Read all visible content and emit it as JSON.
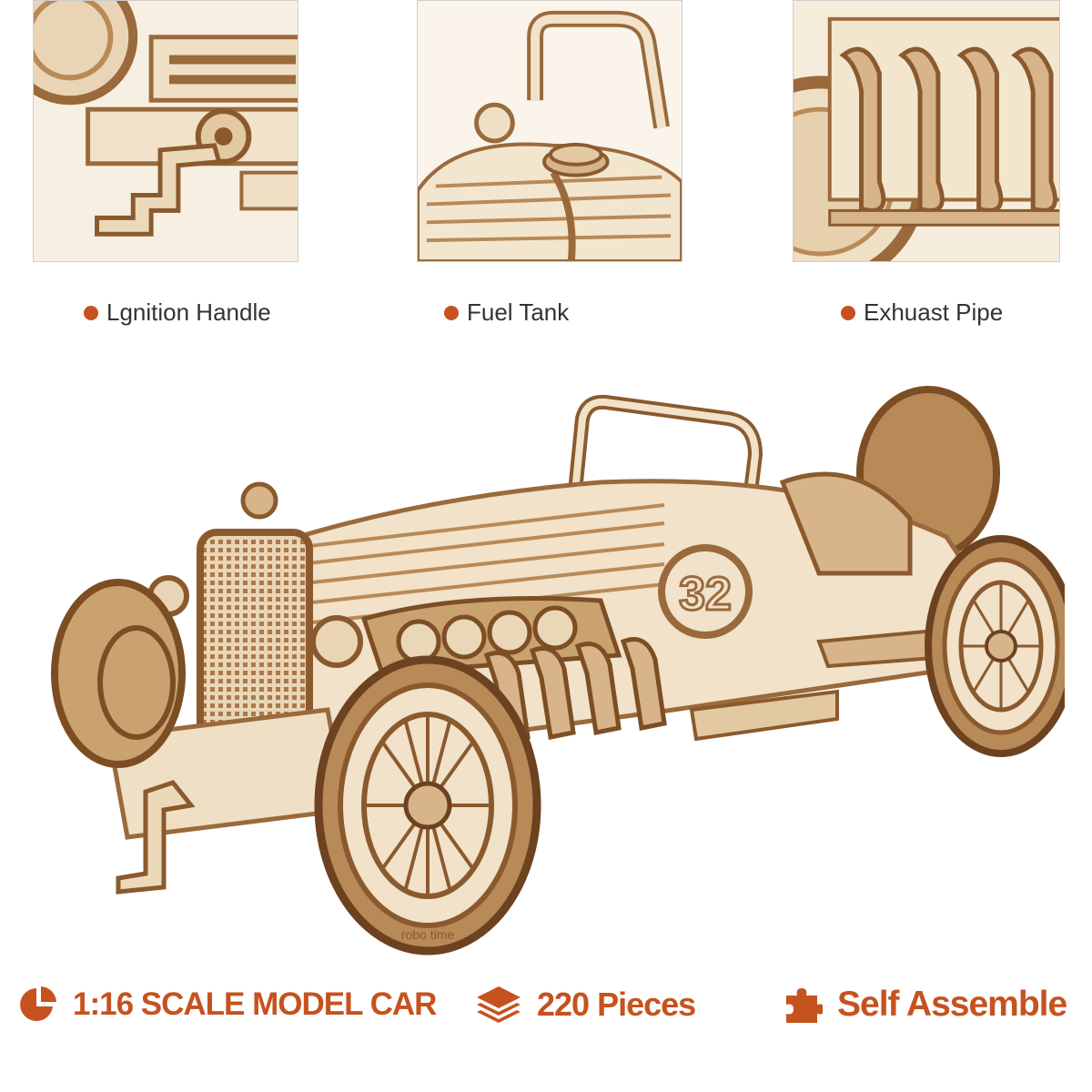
{
  "details": [
    {
      "label": "Lgnition Handle"
    },
    {
      "label": "Fuel Tank"
    },
    {
      "label": "Exhuast Pipe"
    }
  ],
  "hero": {
    "race_number": "32",
    "brand_text": "robo time"
  },
  "features": [
    {
      "icon": "pie-chart-icon",
      "label": "1:16 SCALE MODEL CAR"
    },
    {
      "icon": "layers-icon",
      "label": "220 Pieces"
    },
    {
      "icon": "puzzle-piece-icon",
      "label": "Self Assemble"
    }
  ],
  "colors": {
    "accent": "#c6521f",
    "wood_light": "#f1e2c9",
    "wood_mid": "#d7b48a",
    "wood_dark": "#9a6a3c"
  }
}
